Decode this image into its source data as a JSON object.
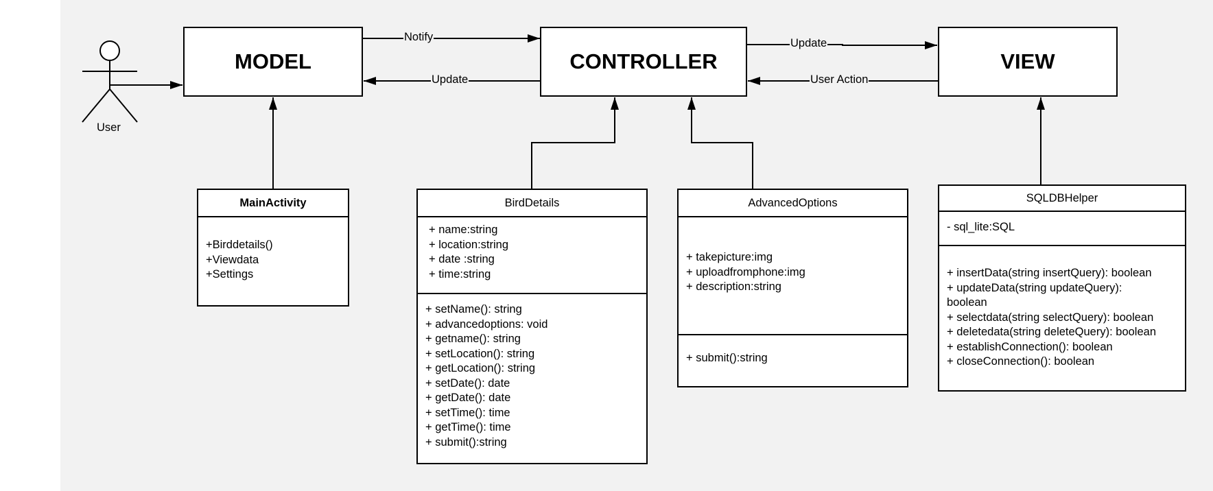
{
  "actor": {
    "label": "User"
  },
  "boxes": {
    "model": "MODEL",
    "controller": "CONTROLLER",
    "view": "VIEW"
  },
  "connectors": {
    "notify": "Notify",
    "update_to_model": "Update",
    "update_to_view": "Update",
    "user_action": "User Action"
  },
  "classes": {
    "main_activity": {
      "title": "MainActivity",
      "members": [
        "+Birddetails()",
        "+Viewdata",
        "+Settings"
      ]
    },
    "bird_details": {
      "title": "BirdDetails",
      "attributes": [
        "+ name:string",
        "+ location:string",
        "+ date :string",
        "+ time:string"
      ],
      "methods": [
        "+ setName(): string",
        "+ advancedoptions: void",
        "+ getname(): string",
        "+ setLocation(): string",
        "+ getLocation(): string",
        "+ setDate(): date",
        "+ getDate(): date",
        "+ setTime(): time",
        "+ getTime(): time",
        "+ submit():string"
      ]
    },
    "advanced_options": {
      "title": "AdvancedOptions",
      "attributes": [
        "+ takepicture:img",
        "+ uploadfromphone:img",
        "+ description:string"
      ],
      "methods": [
        "+ submit():string"
      ]
    },
    "sqldb_helper": {
      "title": "SQLDBHelper",
      "attributes": [
        "- sql_lite:SQL"
      ],
      "methods": [
        "+ insertData(string insertQuery): boolean",
        "+ updateData(string updateQuery): boolean",
        "+ selectdata(string selectQuery): boolean",
        "+ deletedata(string deleteQuery): boolean",
        "+ establishConnection(): boolean",
        "+ closeConnection(): boolean"
      ]
    }
  }
}
